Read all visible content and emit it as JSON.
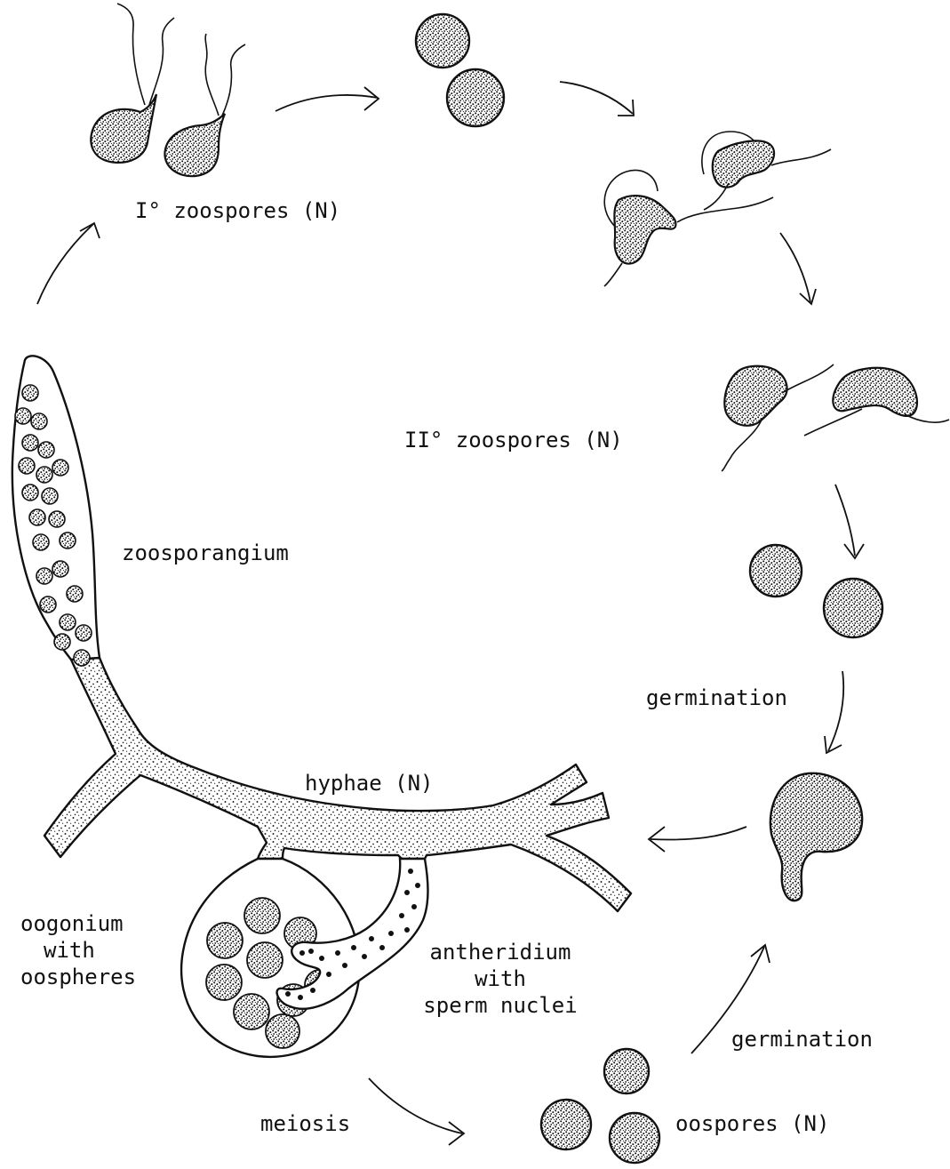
{
  "colors": {
    "ink": "#111111",
    "stipple": "#1a1a1a",
    "paper": "#ffffff"
  },
  "labels": {
    "primary_zoospores": "I° zoospores (N)",
    "secondary_zoospores": "II° zoospores (N)",
    "zoosporangium": "zoosporangium",
    "germination_1": "germination",
    "hyphae": "hyphae (N)",
    "oogonium": [
      "oogonium",
      "with",
      "oospheres"
    ],
    "antheridium": [
      "antheridium",
      "with",
      "sperm nuclei"
    ],
    "germination_2": "germination",
    "meiosis": "meiosis",
    "oospores": "oospores (N)"
  }
}
